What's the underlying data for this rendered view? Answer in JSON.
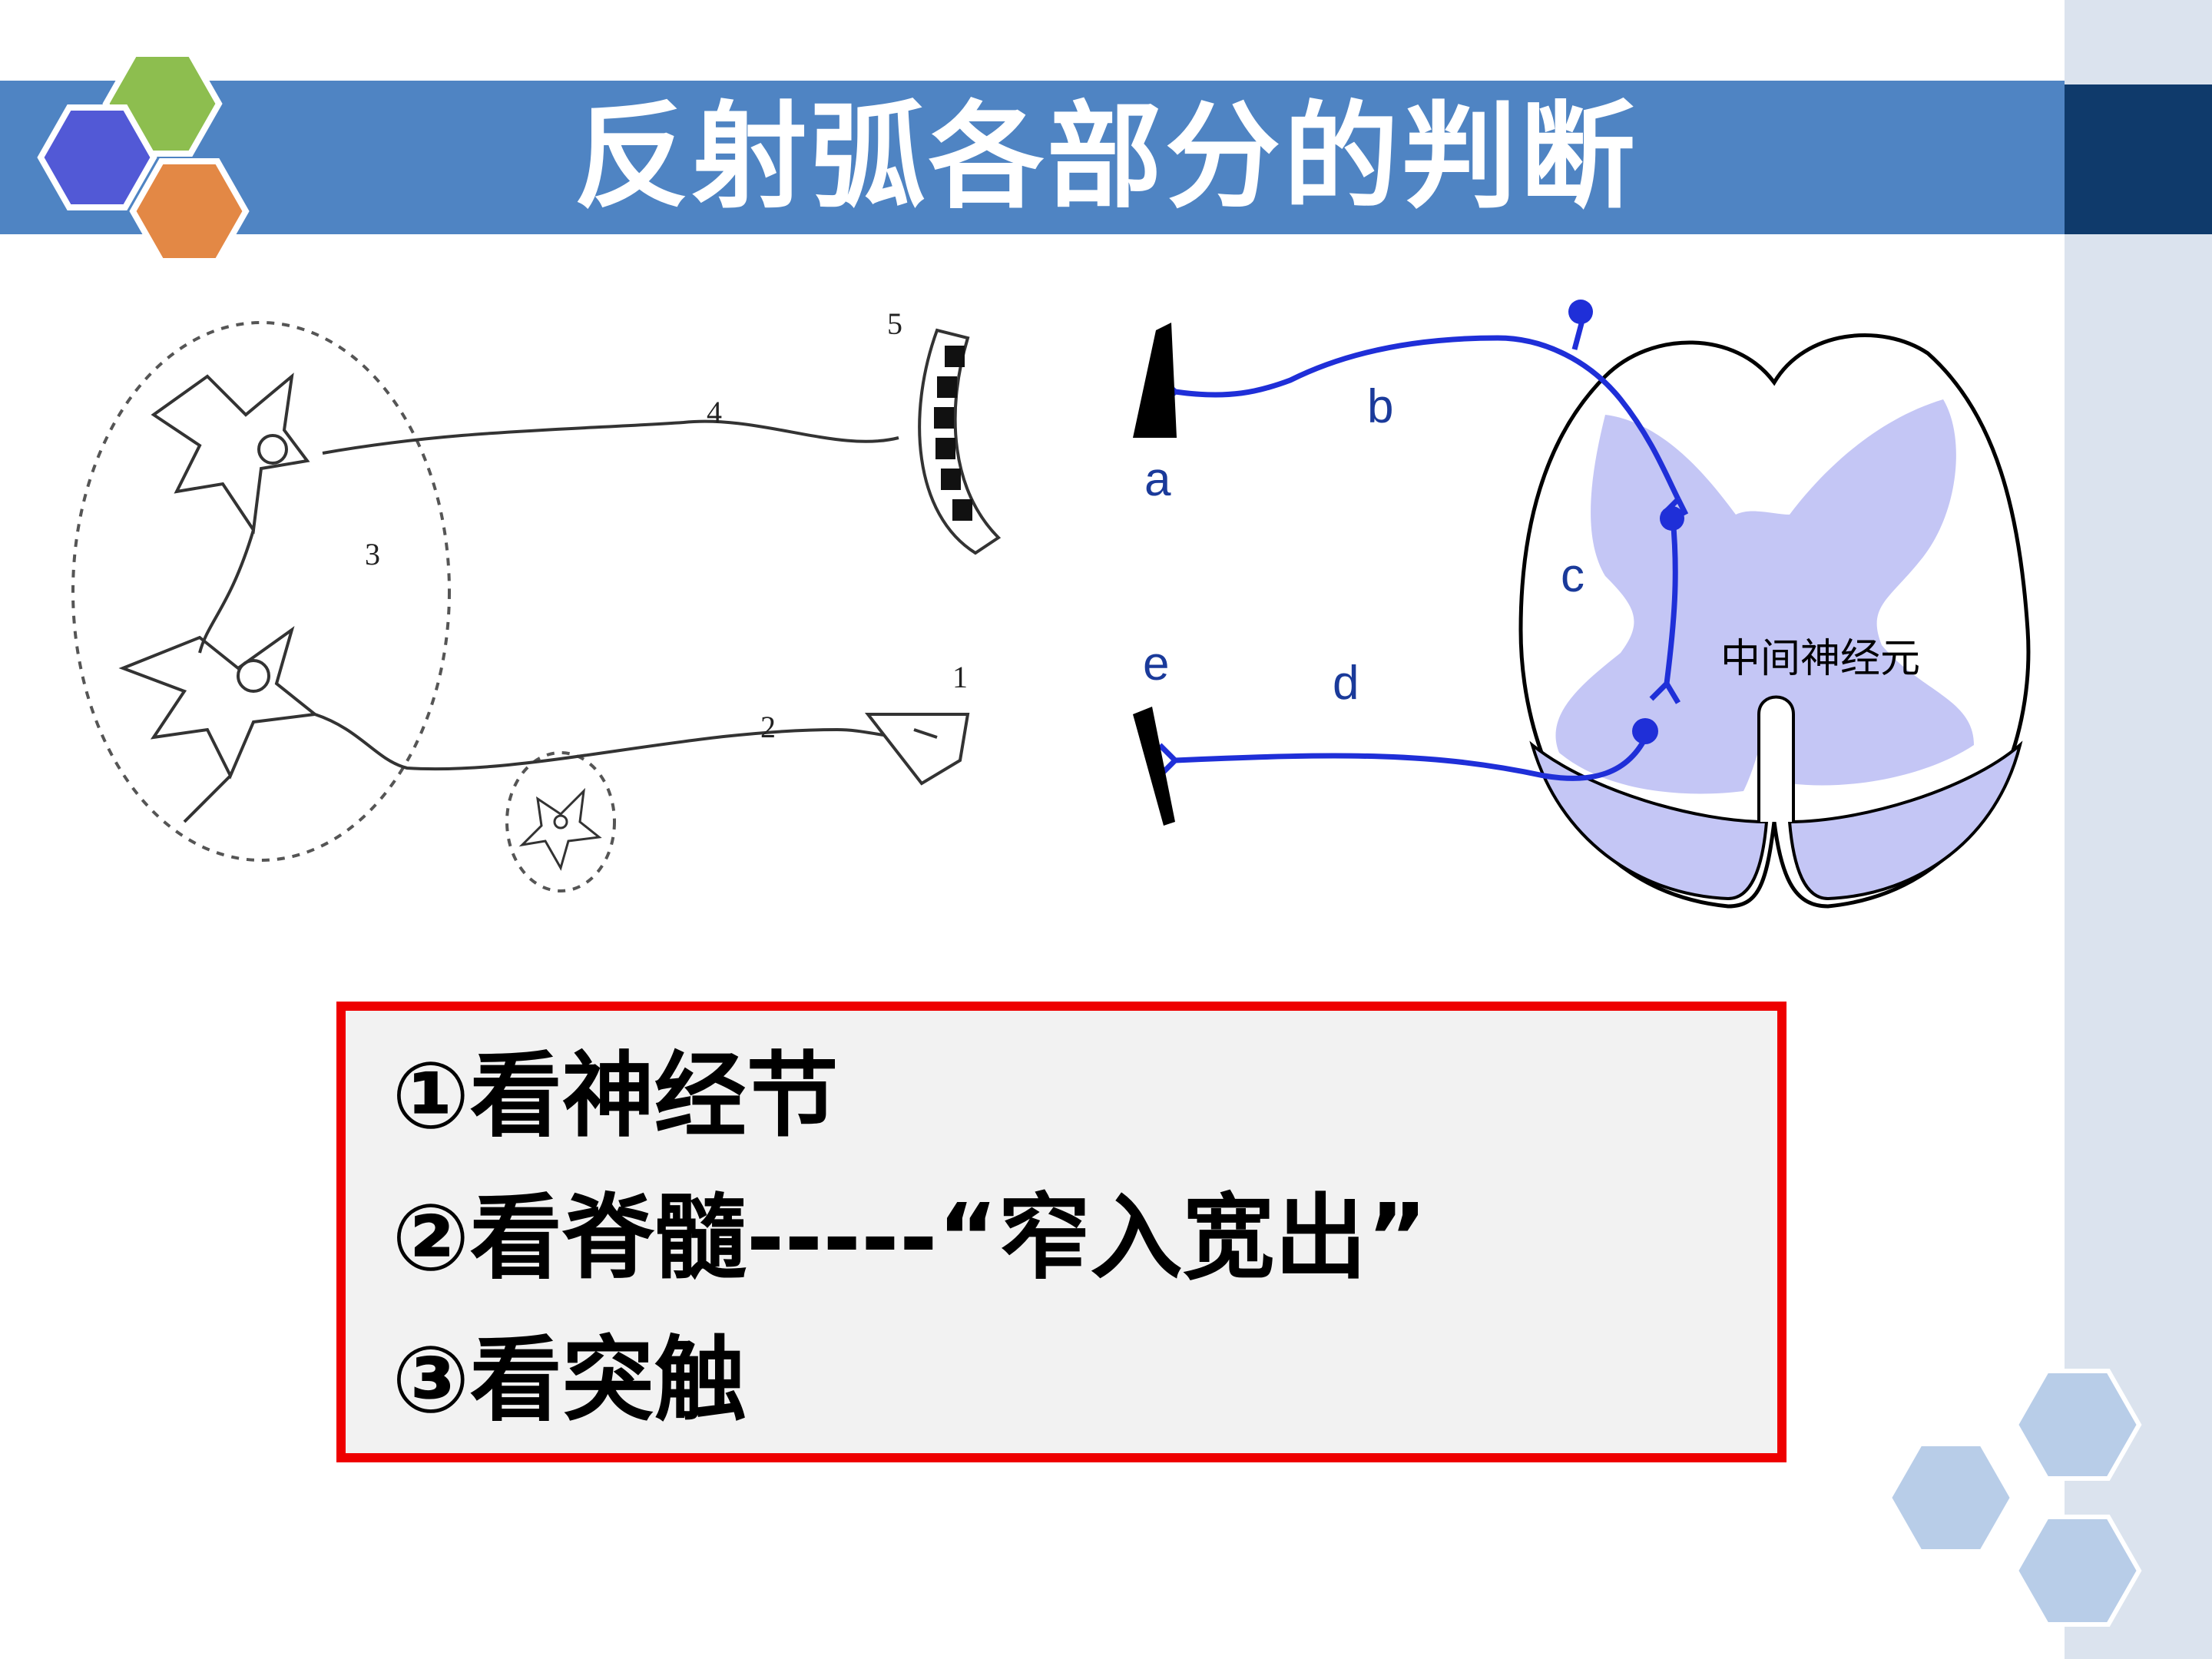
{
  "slide": {
    "title": "反射弧各部分的判断"
  },
  "left_diagram": {
    "labels": [
      "1",
      "2",
      "3",
      "4",
      "5"
    ]
  },
  "right_diagram": {
    "labels": {
      "a": "a",
      "b": "b",
      "c": "c",
      "d": "d",
      "e": "e",
      "interneuron": "中间神经元"
    }
  },
  "summary": {
    "lines": [
      "①看神经节",
      "②看脊髓-----“窄入宽出”",
      "③看突触"
    ]
  },
  "colors": {
    "title_bar": "#4f84c3",
    "navy_accent": "#0f3a6b",
    "side_strip": "#dbe3ee",
    "hex_blue": "#5259d6",
    "hex_green": "#8dbe4f",
    "hex_orange": "#e38845",
    "hex_pale": "#b8cde8",
    "grey_matter": "#c4c6f5",
    "nerve_blue": "#1f2fd8",
    "box_border": "#ee0000",
    "box_fill": "#f2f2f2"
  }
}
